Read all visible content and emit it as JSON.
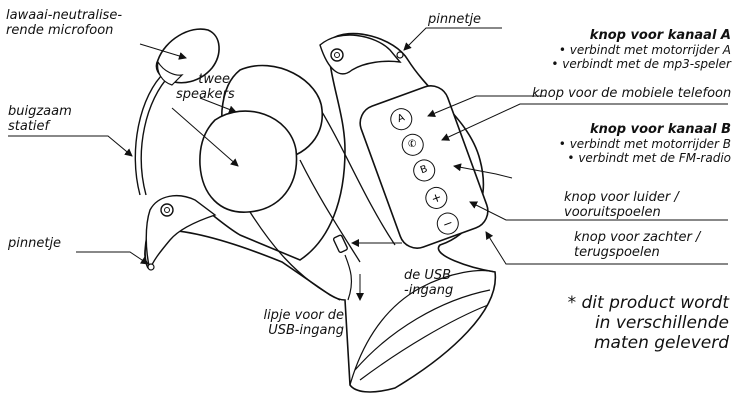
{
  "labels": {
    "microphone": [
      "lawaai-neutralise-",
      "rende microfoon"
    ],
    "boom": [
      "buigzaam",
      "statief"
    ],
    "pin_top": "pinnetje",
    "pin_left": "pinnetje",
    "speakers": [
      "twee",
      "speakers"
    ],
    "usb_input": [
      "de USB",
      "-ingang"
    ],
    "usb_flap": [
      "lipje voor de",
      "USB-ingang"
    ],
    "channel_a": {
      "title": "knop voor kanaal A",
      "lines": [
        "• verbindt met motorrijder A",
        "• verbindt met de mp3-speler"
      ]
    },
    "phone_button": "knop voor de mobiele telefoon",
    "channel_b": {
      "title": "knop voor kanaal B",
      "lines": [
        "• verbindt met motorrijder B",
        "• verbindt met de FM-radio"
      ]
    },
    "volume_up": [
      "knop voor luider /",
      "vooruitspoelen"
    ],
    "volume_down": [
      "knop voor zachter /",
      "terugspoelen"
    ]
  },
  "note": [
    "* dit product wordt",
    "in verschillende",
    "maten geleverd"
  ],
  "buttons": [
    {
      "name": "channel-a-button",
      "glyph": "A"
    },
    {
      "name": "phone-button",
      "glyph": "✆"
    },
    {
      "name": "channel-b-button",
      "glyph": "B"
    },
    {
      "name": "volume-up-button",
      "glyph": "+"
    },
    {
      "name": "volume-down-button",
      "glyph": "−"
    }
  ]
}
